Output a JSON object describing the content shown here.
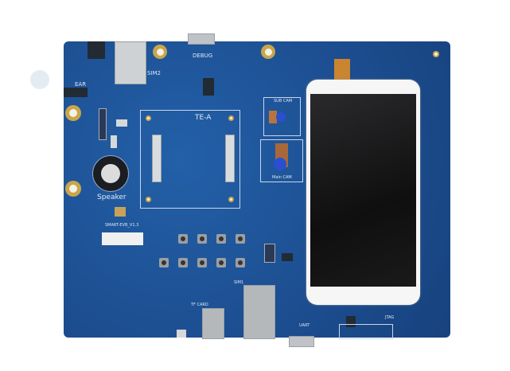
{
  "board": {
    "name": "SMART-EVB_V1.3",
    "labels": {
      "debug": "DEBUG",
      "sim2": "SIM2",
      "ear": "EAR",
      "module_slot": "TE-A",
      "speaker": "Speaker",
      "sub_cam": "SUB CAM",
      "main_cam": "Main CAM",
      "tf_card": "TF CARD",
      "sim1": "SIM1",
      "uart": "UART",
      "jtag": "JTAG"
    },
    "colors": {
      "pcb": "#1d4f93",
      "silkscreen": "#dfe8f5",
      "gold": "#c9a64a",
      "phone_body": "#f6f6f6"
    }
  }
}
